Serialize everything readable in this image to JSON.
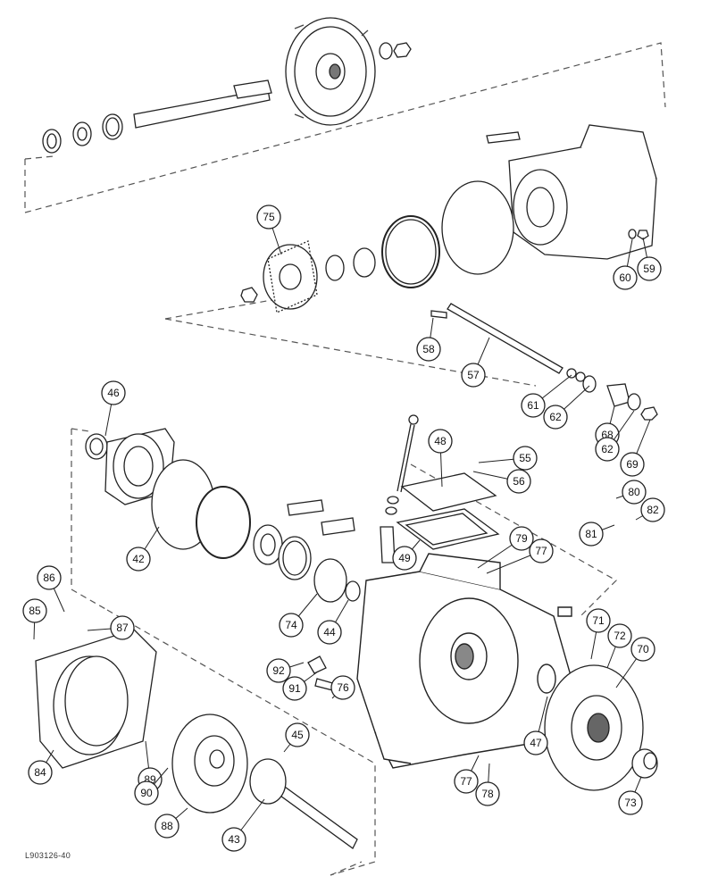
{
  "figure_ref": "L903126-40",
  "callouts": [
    {
      "id": "c75",
      "label": "75"
    },
    {
      "id": "c60",
      "label": "60"
    },
    {
      "id": "c59",
      "label": "59"
    },
    {
      "id": "c58",
      "label": "58"
    },
    {
      "id": "c57",
      "label": "57"
    },
    {
      "id": "c61",
      "label": "61"
    },
    {
      "id": "c62a",
      "label": "62"
    },
    {
      "id": "c68",
      "label": "68"
    },
    {
      "id": "c62b",
      "label": "62"
    },
    {
      "id": "c69",
      "label": "69"
    },
    {
      "id": "c46",
      "label": "46"
    },
    {
      "id": "c48",
      "label": "48"
    },
    {
      "id": "c55",
      "label": "55"
    },
    {
      "id": "c56",
      "label": "56"
    },
    {
      "id": "c80",
      "label": "80"
    },
    {
      "id": "c82",
      "label": "82"
    },
    {
      "id": "c81",
      "label": "81"
    },
    {
      "id": "c42",
      "label": "42"
    },
    {
      "id": "c49",
      "label": "49"
    },
    {
      "id": "c79",
      "label": "79"
    },
    {
      "id": "c77a",
      "label": "77"
    },
    {
      "id": "c86",
      "label": "86"
    },
    {
      "id": "c85",
      "label": "85"
    },
    {
      "id": "c87",
      "label": "87"
    },
    {
      "id": "c74",
      "label": "74"
    },
    {
      "id": "c44",
      "label": "44"
    },
    {
      "id": "c71",
      "label": "71"
    },
    {
      "id": "c72",
      "label": "72"
    },
    {
      "id": "c70",
      "label": "70"
    },
    {
      "id": "c92",
      "label": "92"
    },
    {
      "id": "c91",
      "label": "91"
    },
    {
      "id": "c76",
      "label": "76"
    },
    {
      "id": "c45",
      "label": "45"
    },
    {
      "id": "c47",
      "label": "47"
    },
    {
      "id": "c84",
      "label": "84"
    },
    {
      "id": "c89",
      "label": "89"
    },
    {
      "id": "c90",
      "label": "90"
    },
    {
      "id": "c77b",
      "label": "77"
    },
    {
      "id": "c78",
      "label": "78"
    },
    {
      "id": "c73",
      "label": "73"
    },
    {
      "id": "c88",
      "label": "88"
    },
    {
      "id": "c43",
      "label": "43"
    }
  ]
}
